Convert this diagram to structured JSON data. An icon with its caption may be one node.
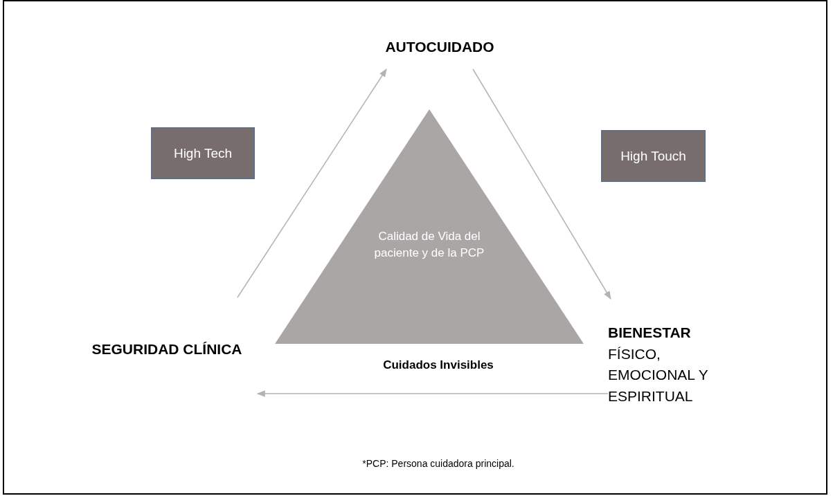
{
  "diagram": {
    "caption": "*PCP: Persona cuidadora principal.",
    "nodes": [
      {
        "text": [
          "AUTOCUIDADO"
        ]
      },
      {
        "text": [
          "High Tech"
        ]
      },
      {
        "text": [
          "High Touch"
        ]
      },
      {
        "text": [
          "Calidad de Vida del paciente y de la PCP"
        ]
      },
      {
        "text": [
          "SEGURIDAD CLÍNICA"
        ]
      },
      {
        "text": [
          "**BIENESTAR** FÍSICO, EMOCIONAL Y ESPIRITUAL"
        ]
      }
    ],
    "edges": [
      {
        "from": 4,
        "to": 0,
        "arrow": "to"
      },
      {
        "from": 0,
        "to": 5,
        "arrow": "to"
      },
      {
        "from": 5,
        "to": 4,
        "arrow": "to",
        "label": "Cuidados Invisibles"
      }
    ]
  }
}
